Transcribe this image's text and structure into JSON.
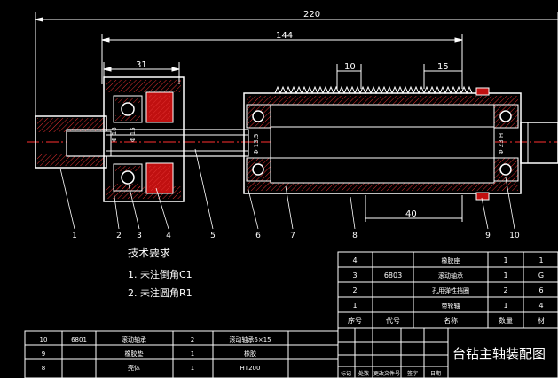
{
  "dimensions": {
    "overall": "220",
    "bearing_span": "144",
    "hub_width": "31",
    "rack_pitch": "10",
    "rack_end": "15",
    "sleeve_len": "40",
    "dia_left_a": "Φ 18",
    "dia_left_b": "Φ 15",
    "dia_mid": "Φ 13.5",
    "dia_right": "Φ 23 H"
  },
  "balloons": [
    "1",
    "2",
    "3",
    "4",
    "5",
    "6",
    "7",
    "8",
    "9",
    "10"
  ],
  "tech_requirements": {
    "title": "技术要求",
    "items": [
      "1. 未注倒角C1",
      "2. 未注圆角R1"
    ]
  },
  "bom_right": {
    "rows": [
      {
        "seq": "4",
        "code": "",
        "name": "橡胶座",
        "qty": "1",
        "material": "1"
      },
      {
        "seq": "3",
        "code": "6803",
        "name": "滚动轴承",
        "qty": "1",
        "material": "G"
      },
      {
        "seq": "2",
        "code": "",
        "name": "孔用弹性挡圈",
        "qty": "2",
        "material": "6"
      },
      {
        "seq": "1",
        "code": "",
        "name": "带轮轴",
        "qty": "1",
        "material": "4"
      }
    ],
    "header": {
      "seq": "序号",
      "code": "代号",
      "name": "名称",
      "qty": "数量",
      "material": "材"
    }
  },
  "bom_left": {
    "rows": [
      {
        "seq": "10",
        "code": "6801",
        "name": "滚动轴承",
        "qty": "2",
        "note": "滚动轴承6×15"
      },
      {
        "seq": "9",
        "code": "",
        "name": "橡胶垫",
        "qty": "1",
        "note": "橡胶"
      },
      {
        "seq": "8",
        "code": "",
        "name": "壳体",
        "qty": "1",
        "note": "HT200"
      }
    ]
  },
  "title_block": {
    "title": "台钻主轴装配图",
    "footer": [
      "标记",
      "处数",
      "更改文件号",
      "签字",
      "日期"
    ]
  }
}
